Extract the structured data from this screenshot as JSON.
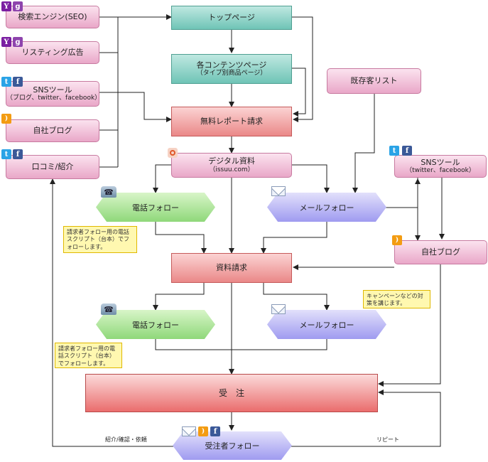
{
  "nodes": {
    "seo": "検索エンジン(SEO)",
    "listing": "リスティング広告",
    "sns_left": {
      "title": "SNSツール",
      "sub": "（ブログ、twitter、facebook）"
    },
    "blog_left": "自社ブログ",
    "kuchikomi": "口コミ/紹介",
    "top": "トップページ",
    "content": {
      "title": "各コンテンツページ",
      "sub": "（タイプ別商品ページ）"
    },
    "free_report": "無料レポート請求",
    "existing": "既存客リスト",
    "digital": {
      "title": "デジタル資料",
      "sub": "（issuu.com）"
    },
    "sns_right": {
      "title": "SNSツール",
      "sub": "（twitter、facebook）"
    },
    "phone1": "電話フォロー",
    "mail1": "メールフォロー",
    "blog_right": "自社ブログ",
    "request": "資料請求",
    "phone2": "電話フォロー",
    "mail2": "メールフォロー",
    "order": "受　注",
    "after": "受注者フォロー"
  },
  "notes": {
    "note1": "請求者フォロー用の電話スクリプト（台本）でフォローします。",
    "note2": "キャンペーンなどの対策を講じます。",
    "note3": "請求者フォロー用の電話スクリプト（台本）でフォローします。"
  },
  "edge_labels": {
    "referral": "紹介/確認・依頼",
    "repeat": "リピート"
  },
  "icons": [
    "yahoo-icon",
    "google-icon",
    "twitter-icon",
    "facebook-icon",
    "rss-icon",
    "mail-icon",
    "phone-icon",
    "target-icon"
  ],
  "colors": {
    "pink": "#e9a7c8",
    "teal": "#6fc4b6",
    "red": "#ea8888",
    "green": "#8fd87a",
    "purple": "#9f9bf0",
    "note": "#fff8b0"
  }
}
